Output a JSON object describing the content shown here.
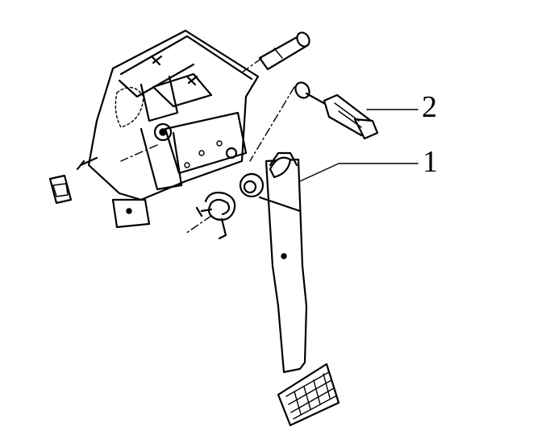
{
  "callouts": [
    {
      "id": "2",
      "text": "2"
    },
    {
      "id": "1",
      "text": "1"
    }
  ]
}
